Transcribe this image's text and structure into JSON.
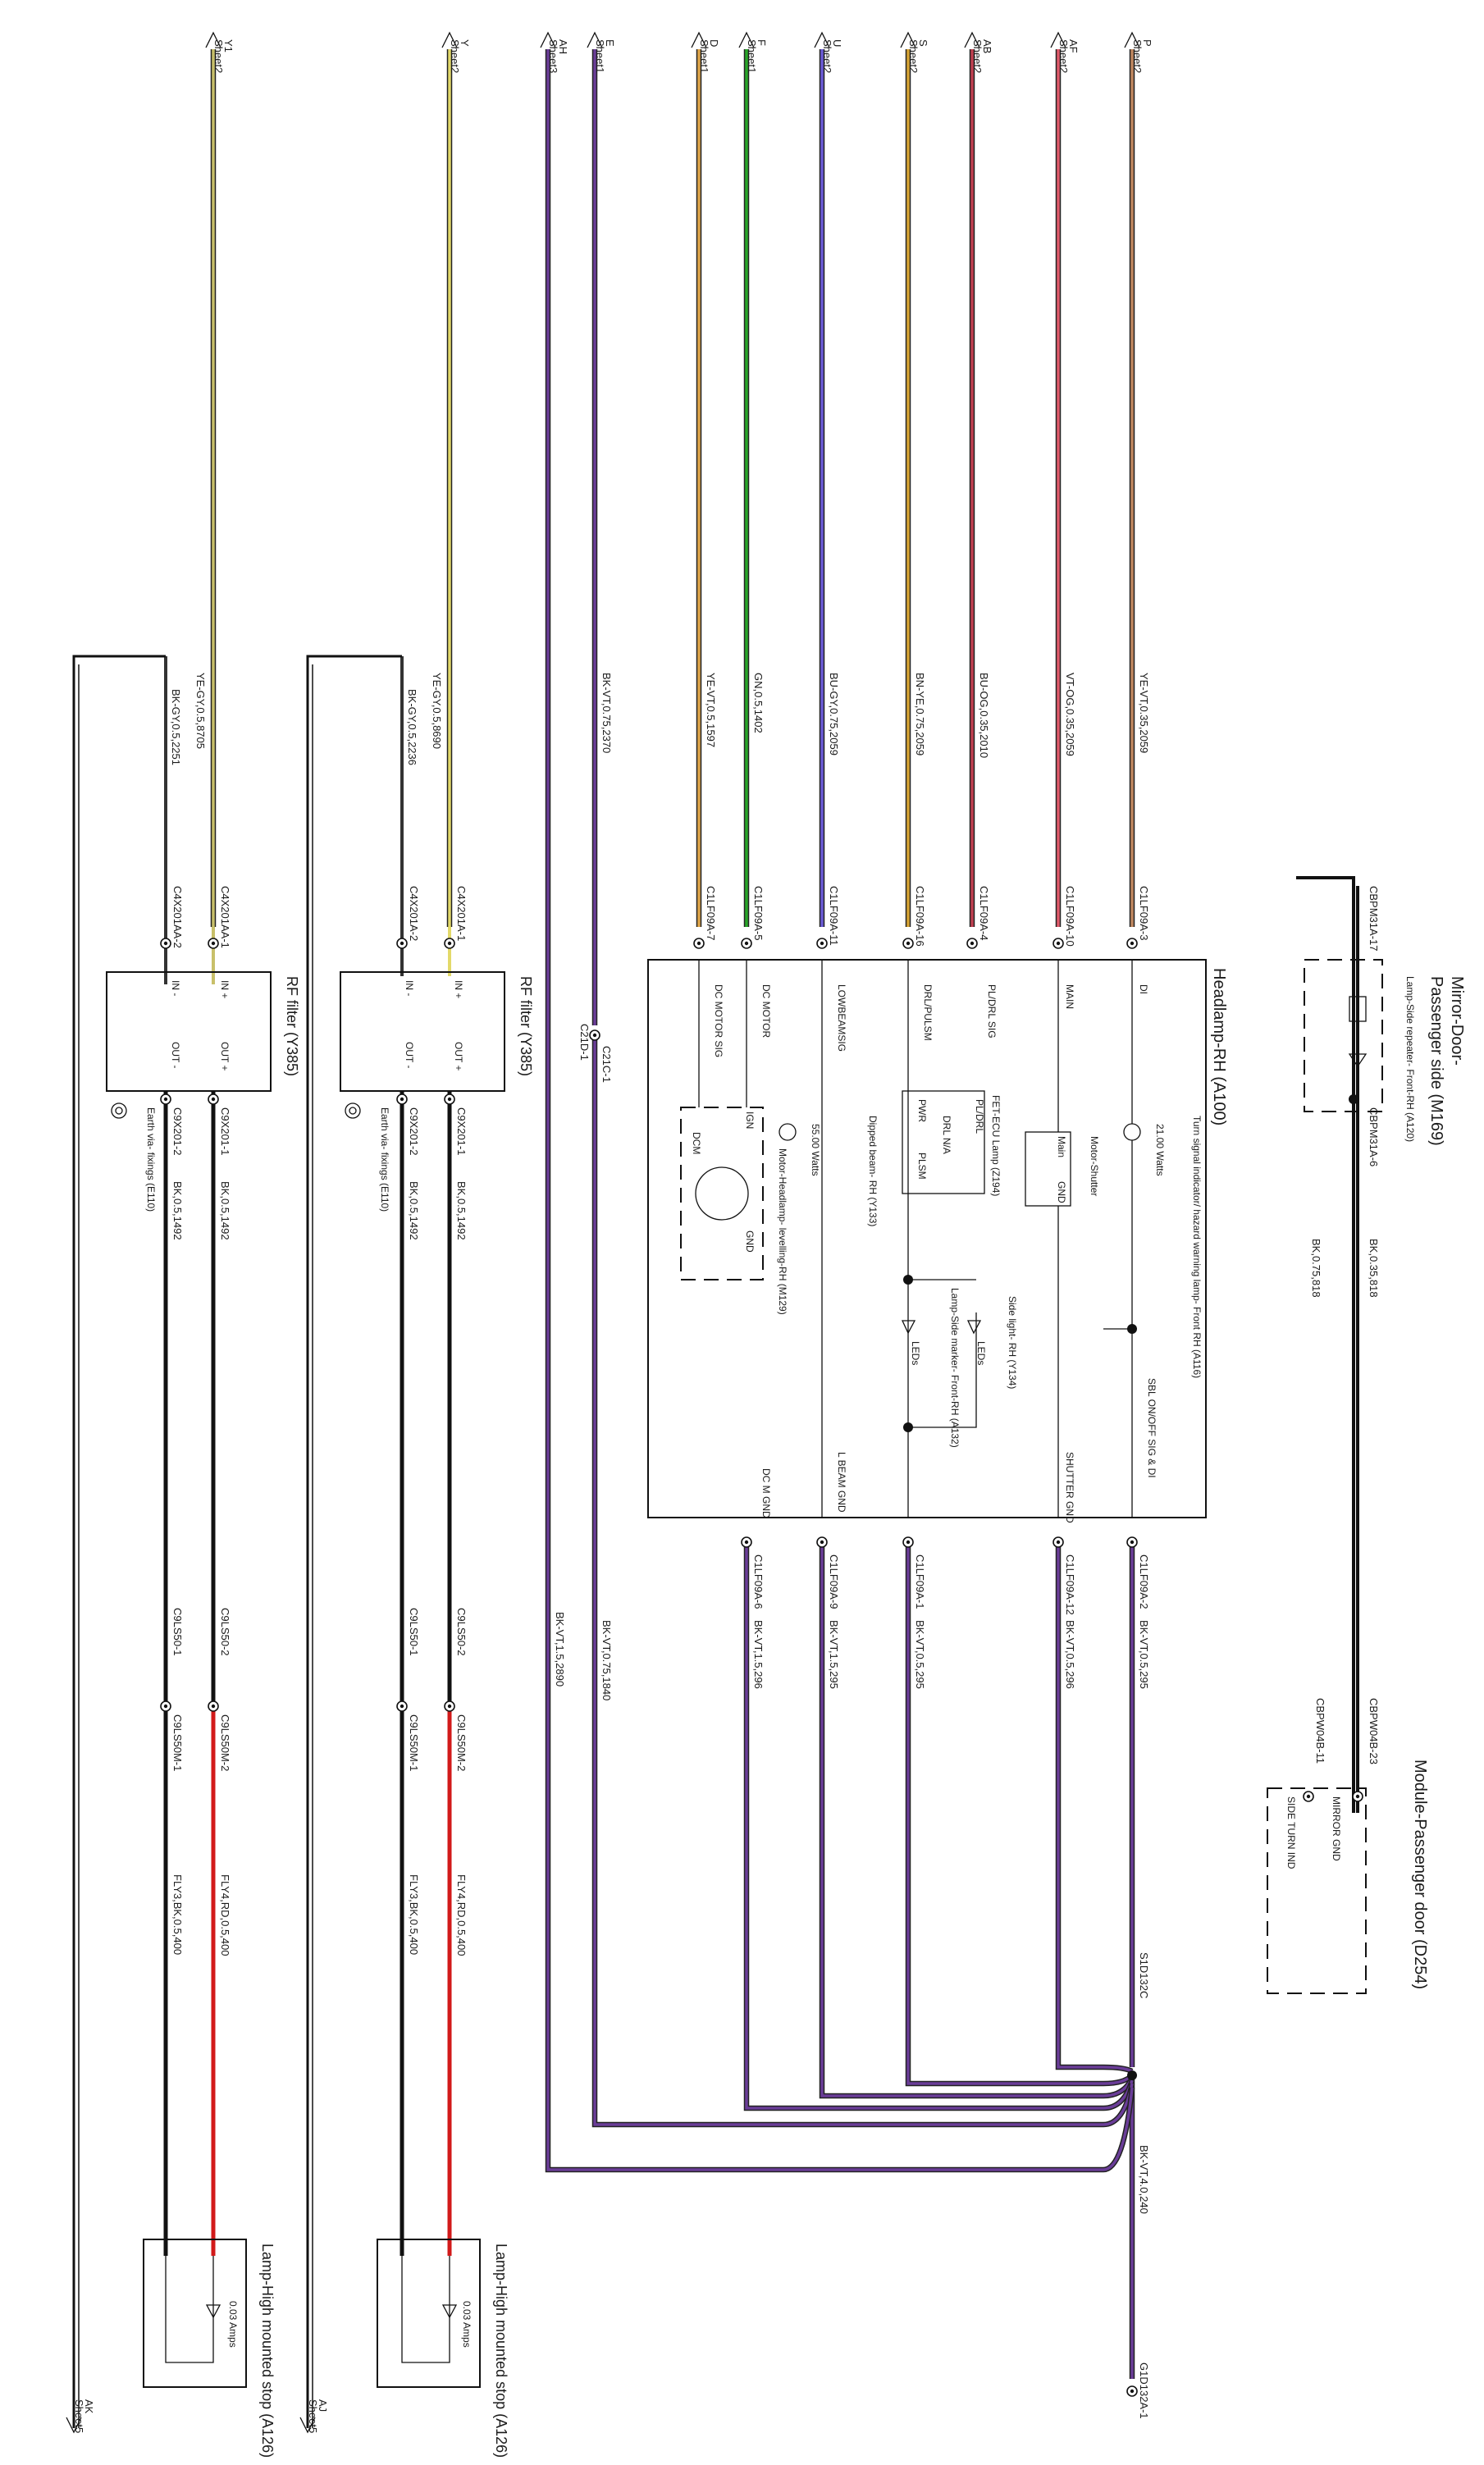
{
  "diagram": {
    "top_offsheets": [
      {
        "id": "Y1",
        "sheet": "Sheet2"
      },
      {
        "id": "Y",
        "sheet": "Sheet2"
      },
      {
        "id": "E",
        "sheet": "Sheet1"
      },
      {
        "id": "AH",
        "sheet": "Sheet3"
      },
      {
        "id": "D",
        "sheet": "Sheet1"
      },
      {
        "id": "F",
        "sheet": "Sheet1"
      },
      {
        "id": "U",
        "sheet": "Sheet2"
      },
      {
        "id": "S",
        "sheet": "Sheet2"
      },
      {
        "id": "AB",
        "sheet": "Sheet2"
      },
      {
        "id": "AF",
        "sheet": "Sheet2"
      },
      {
        "id": "P",
        "sheet": "Sheet2"
      }
    ],
    "bottom_offsheets": [
      {
        "id": "AK",
        "sheet": "Sheet5"
      },
      {
        "id": "AJ",
        "sheet": "Sheet5"
      }
    ],
    "wire_labels": {
      "y1a": "YE-GY,0.5,8705",
      "y1b": "BK-GY,0.5,2251",
      "ya": "YE-GY,0.5,8690",
      "yb": "BK-GY,0.5,2236",
      "e1": "BK-VT,0.75,2370",
      "e2": "BK-VT,0.75,1840",
      "ah": "BK-VT,1.5,2890",
      "d": "YE-VT,0.5,1597",
      "f": "GN,0.5,1402",
      "u": "BU-GY,0.75,2059",
      "s": "BN-YE,0.75,2059",
      "ab": "BU-OG,0.35,2010",
      "af": "VT-OG,0.35,2059",
      "p": "YE-VT,0.35,2059",
      "g6": "BK-VT,1.5,296",
      "g9": "BK-VT,1.5,295",
      "g1": "BK-VT,0.5,295",
      "g12": "BK-VT,0.5,296",
      "g2": "BK-VT,0.5,295",
      "splice_out": "BK-VT,4.0,240",
      "mir_top": "BK,0.35,818",
      "mir_bot": "BK,0.75,818",
      "flt_out_a": "BK,0.5,1492",
      "flt_out_b": "BK,0.5,1492",
      "flt_out_c": "BK,0.5,1492",
      "flt_out_d": "BK,0.5,1492",
      "fly4_a": "FLY4,RD,0.5,400",
      "fly3_a": "FLY3,BK,0.5,400",
      "fly4_b": "FLY4,RD,0.5,400",
      "fly3_b": "FLY3,BK,0.5,400"
    },
    "connectors": {
      "c4x201aa1": "C4X201AA-1",
      "c4x201aa2": "C4X201AA-2",
      "c4x201a1": "C4X201A-1",
      "c4x201a2": "C4X201A-2",
      "c21c": "C21C-1",
      "c21d": "C21D-1",
      "c1lf7": "C1LF09A-7",
      "c1lf5": "C1LF09A-5",
      "c1lf11": "C1LF09A-11",
      "c1lf16": "C1LF09A-16",
      "c1lf4": "C1LF09A-4",
      "c1lf10": "C1LF09A-10",
      "c1lf3": "C1LF09A-3",
      "c1lf6": "C1LF09A-6",
      "c1lf9": "C1LF09A-9",
      "c1lf1": "C1LF09A-1",
      "c1lf12": "C1LF09A-12",
      "c1lf2": "C1LF09A-2",
      "cbpm17": "CBPM31A-17",
      "cbpm6": "CBPM31A-6",
      "cbpw23": "CBPW04B-23",
      "cbpw11": "CBPW04B-11",
      "c9x201_1a": "C9X201-1",
      "c9x201_2a": "C9X201-2",
      "c9x201_1b": "C9X201-1",
      "c9x201_2b": "C9X201-2",
      "c9l_a_2": "C9LS50-2",
      "c9l_a_m2": "C9LS50M-2",
      "c9l_a_1": "C9LS50-1",
      "c9l_a_m1": "C9LS50M-1",
      "c9l_b_2": "C9LS50-2",
      "c9l_b_m2": "C9LS50M-2",
      "c9l_b_1": "C9LS50-1",
      "c9l_b_m1": "C9LS50M-1",
      "splice": "S1D132C",
      "ground": "G1D132A-1"
    },
    "headlamp": {
      "title": "Headlamp-RH (A100)",
      "pins_top": [
        "DC MOTOR SIG",
        "DC MOTOR",
        "LOWBEAMSIG",
        "DRL/PULSM",
        "PL/DRL SIG",
        "MAIN",
        "DI"
      ],
      "pins_bottom": [
        "DC M GND",
        "L BEAM GND",
        "SHUTTER GND",
        "SBL ON/OFF SIG & DI"
      ],
      "turn_signal": "Turn signal indicator/ hazard warning lamp- Front RH (A116)",
      "turn_watts": "21.00 Watts",
      "motor_shutter": "Motor-Shutter",
      "shutter_pins": [
        "Main",
        "GND"
      ],
      "fet_ecu": "FET-ECU Lamp (Z194)",
      "fet_pins": [
        "PL/DRL",
        "DRL N/A",
        "PWR",
        "PLSM"
      ],
      "side_light": "Side light- RH (Y134)",
      "side_marker": "Lamp-Side marker- Front-RH (A132)",
      "led_a": "LEDs",
      "led_b": "LEDs",
      "dipped": "Dipped beam- RH (Y133)",
      "dipped_watts": "55.00 Watts",
      "levelling": "Motor-Headlamp- levelling-RH (M129)",
      "motor_pins": [
        "IGN",
        "DCM",
        "GND"
      ]
    },
    "mirror": {
      "title_a": "Mirror-Door-",
      "title_b": "Passenger side (M169)",
      "lamp": "Lamp-Side repeater- Front-RH (A120)"
    },
    "module": {
      "title": "Module-Passenger door (D254)",
      "mirror_gnd": "MIRROR GND",
      "side_turn": "SIDE TURN IND"
    },
    "rf_filter": {
      "title": "RF filter (Y385)",
      "in_plus": "IN +",
      "in_minus": "IN -",
      "out_plus": "OUT +",
      "out_minus": "OUT -",
      "earth": "Earth via- fixings (E110)"
    },
    "stop_lamp": {
      "title": "Lamp-High mounted stop (A126)",
      "amps": "0.03 Amps"
    }
  }
}
